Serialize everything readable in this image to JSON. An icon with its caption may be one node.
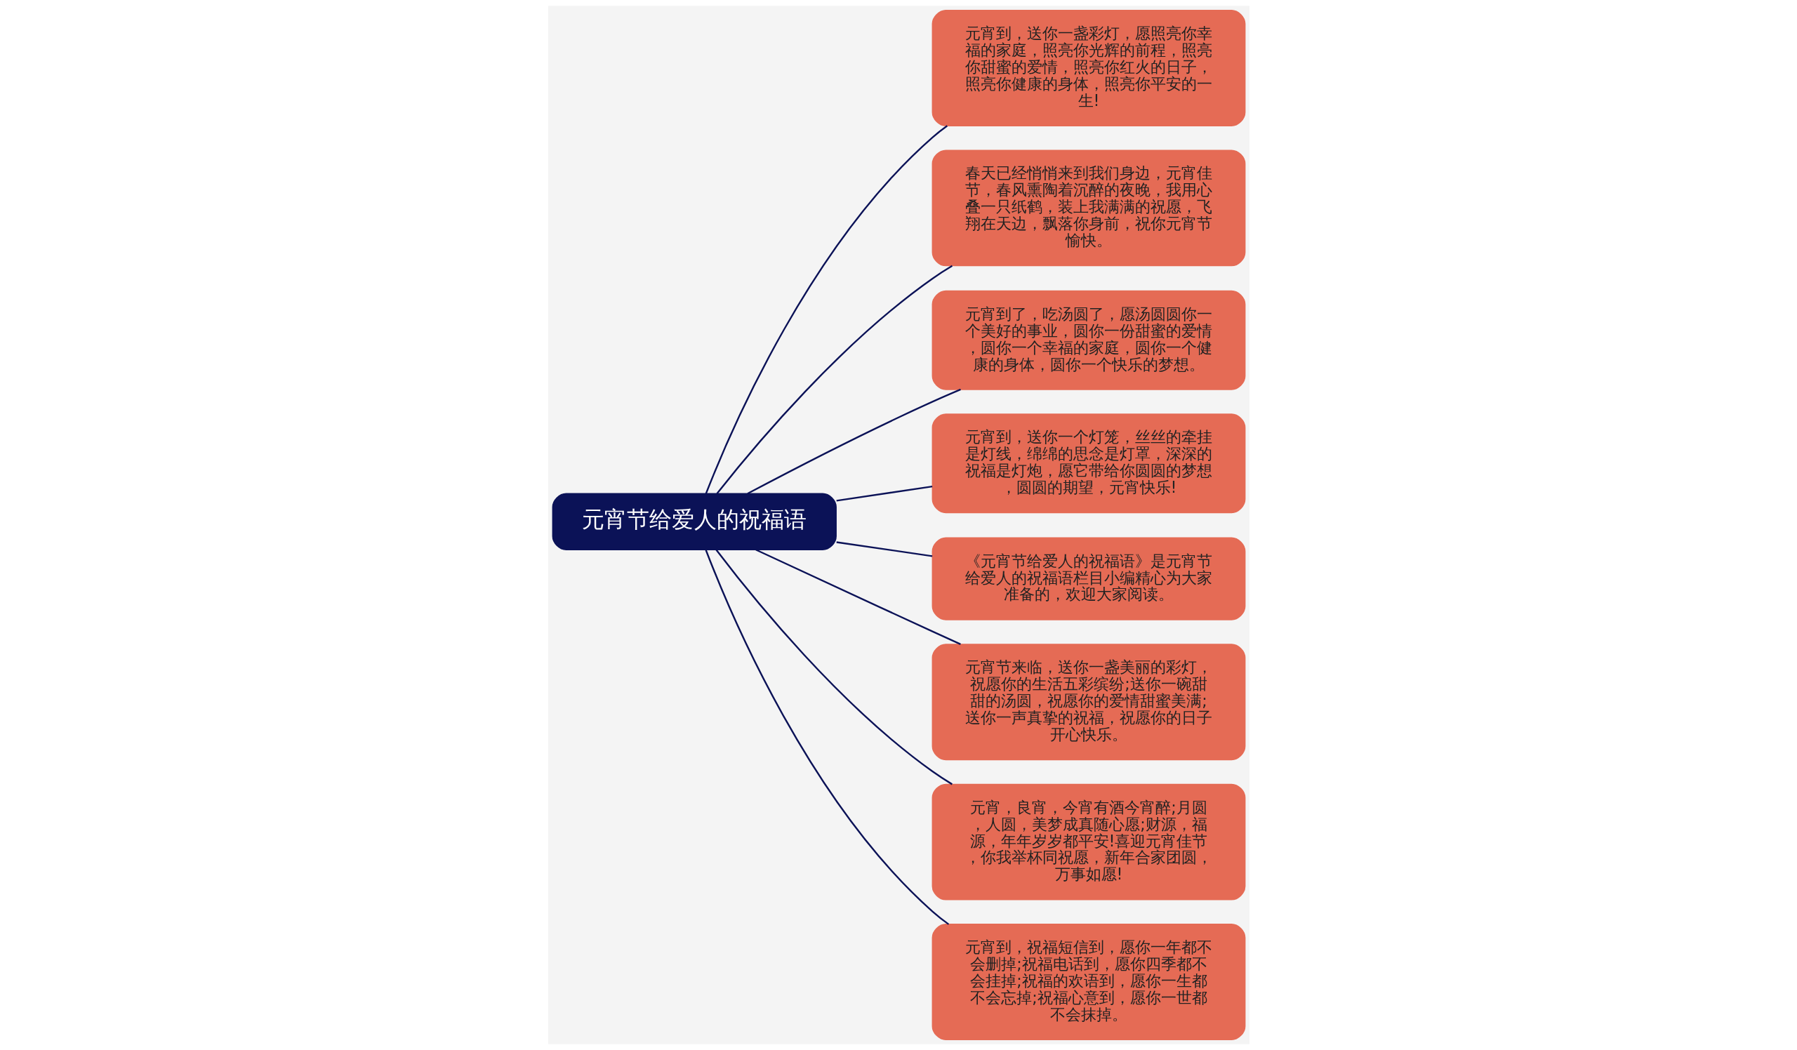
{
  "diagram": {
    "nodes": [
      {
        "text": [
          "元宵节给爱人的祝福语"
        ]
      },
      {
        "text": [
          "元宵到，送你一盏彩灯，愿照亮你幸福的家庭，照亮你光辉的前程，照亮你甜蜜的爱情，照亮你红火的日子，照亮你健康的身体，照亮你平安的一生!"
        ]
      },
      {
        "text": [
          "春天已经悄悄来到我们身边，元宵佳节，春风熏陶着沉醉的夜晚，我用心叠一只纸鹤，装上我满满的祝愿，飞翔在天边，飘落你身前，祝你元宵节愉快。"
        ]
      },
      {
        "text": [
          "元宵到了，吃汤圆了，愿汤圆圆你一个美好的事业，圆你一份甜蜜的爱情，圆你一个幸福的家庭，圆你一个健康的身体，圆你一个快乐的梦想。"
        ]
      },
      {
        "text": [
          "元宵到，送你一个灯笼，丝丝的牵挂是灯线，绵绵的思念是灯罩，深深的祝福是灯炮，愿它带给你圆圆的梦想，圆圆的期望，元宵快乐!"
        ]
      },
      {
        "text": [
          "《元宵节给爱人的祝福语》是元宵节给爱人的祝福语栏目小编精心为大家准备的，欢迎大家阅读。"
        ]
      },
      {
        "text": [
          "元宵节来临，送你一盏美丽的彩灯，祝愿你的生活五彩缤纷;送你一碗甜甜的汤圆，祝愿你的爱情甜蜜美满;送你一声真挚的祝福，祝愿你的日子开心快乐。"
        ]
      },
      {
        "text": [
          "元宵，良宵，今宵有酒今宵醉;月圆，人圆，美梦成真随心愿;财源，福源，年年岁岁都平安!喜迎元宵佳节，你我举杯同祝愿，新年合家团圆，万事如愿!"
        ]
      },
      {
        "text": [
          "元宵到，祝福短信到，愿你一年都不会删掉;祝福电话到，愿你四季都不会挂掉;祝福的欢语到，愿你一生都不会忘掉;祝福心意到，愿你一世都不会抹掉。"
        ]
      }
    ],
    "edges": [
      {
        "from": 0,
        "to": 1,
        "arrow": "none"
      },
      {
        "from": 0,
        "to": 2,
        "arrow": "none"
      },
      {
        "from": 0,
        "to": 3,
        "arrow": "none"
      },
      {
        "from": 0,
        "to": 4,
        "arrow": "none"
      },
      {
        "from": 0,
        "to": 5,
        "arrow": "none"
      },
      {
        "from": 0,
        "to": 6,
        "arrow": "none"
      },
      {
        "from": 0,
        "to": 7,
        "arrow": "none"
      },
      {
        "from": 0,
        "to": 8,
        "arrow": "none"
      }
    ]
  }
}
